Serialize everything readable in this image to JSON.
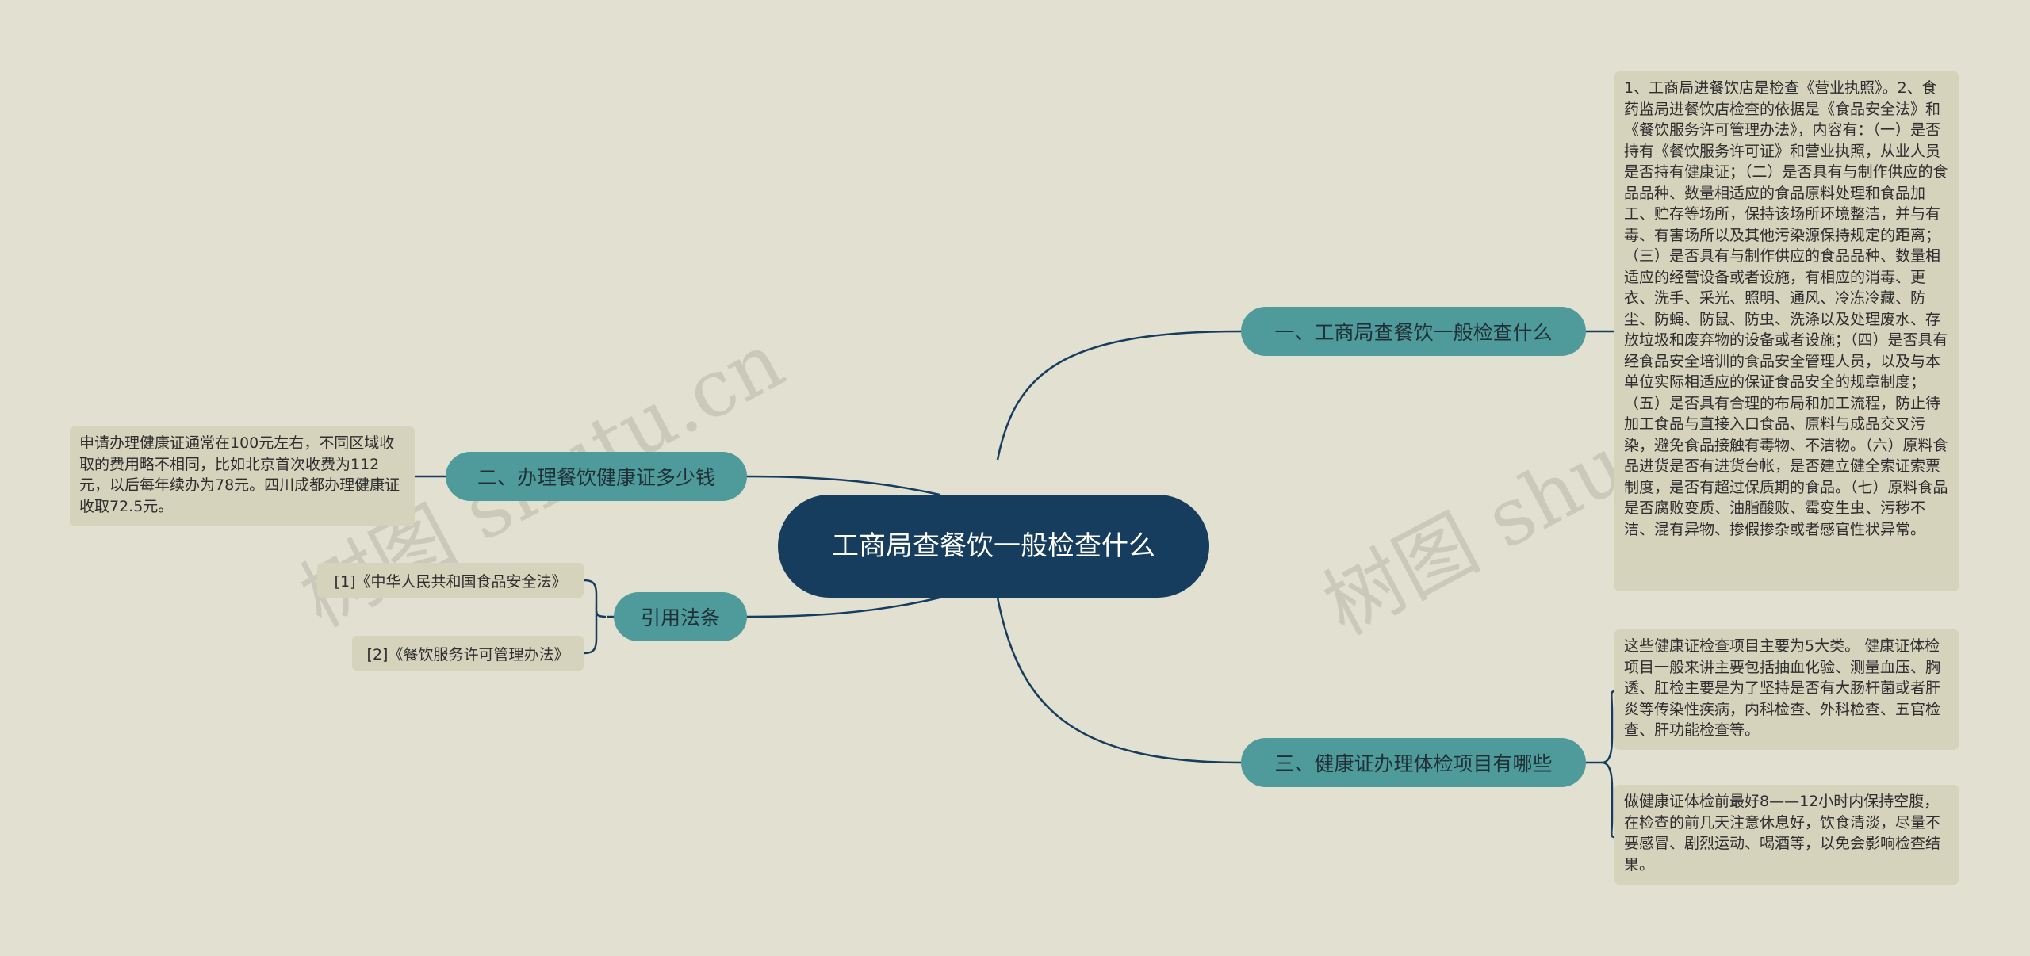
{
  "root": {
    "title": "工商局查餐饮一般检查什么"
  },
  "branches": {
    "b1": {
      "label": "一、工商局查餐饮一般检查什么"
    },
    "b2": {
      "label": "二、办理餐饮健康证多少钱"
    },
    "b3": {
      "label": "引用法条"
    },
    "b4": {
      "label": "三、健康证办理体检项目有哪些"
    }
  },
  "leaves": {
    "b1_detail": "1、工商局进餐饮店是检查《营业执照》。2、食药监局进餐饮店检查的依据是《食品安全法》和《餐饮服务许可管理办法》，内容有：（一）是否持有《餐饮服务许可证》和营业执照，从业人员是否持有健康证；（二）是否具有与制作供应的食品品种、数量相适应的食品原料处理和食品加工、贮存等场所，保持该场所环境整洁，并与有毒、有害场所以及其他污染源保持规定的距离；（三）是否具有与制作供应的食品品种、数量相适应的经营设备或者设施，有相应的消毒、更衣、洗手、采光、照明、通风、冷冻冷藏、防尘、防蝇、防鼠、防虫、洗涤以及处理废水、存放垃圾和废弃物的设备或者设施；（四）是否具有经食品安全培训的食品安全管理人员，以及与本单位实际相适应的保证食品安全的规章制度；（五）是否具有合理的布局和加工流程，防止待加工食品与直接入口食品、原料与成品交叉污染，避免食品接触有毒物、不洁物。（六）原料食品进货是否有进货台帐，是否建立健全索证索票制度，是否有超过保质期的食品。（七）原料食品是否腐败变质、油脂酸败、霉变生虫、污秽不洁、混有异物、掺假掺杂或者感官性状异常。",
    "b2_detail": "申请办理健康证通常在100元左右，不同区域收取的费用略不相同，比如北京首次收费为112元，以后每年续办为78元。四川成都办理健康证收取72.5元。",
    "b3_ref1": "[1]《中华人民共和国食品安全法》",
    "b3_ref2": "[2]《餐饮服务许可管理办法》",
    "b4_detail1": "这些健康证检查项目主要为5大类。 健康证体检项目一般来讲主要包括抽血化验、测量血压、胸透、肛检主要是为了坚持是否有大肠杆菌或者肝炎等传染性疾病，内科检查、外科检查、五官检查、肝功能检查等。",
    "b4_detail2": "做健康证体检前最好8——12小时内保持空腹，在检查的前几天注意休息好，饮食清淡，尽量不要感冒、剧烈运动、喝酒等，以免会影响检查结果。"
  },
  "watermark": "树图 shutu.cn",
  "colors": {
    "background": "#e2e0d0",
    "root": "#163d5e",
    "branch": "#4f9b9b",
    "leaf": "#d6d3bd",
    "link": "#163d5e"
  }
}
